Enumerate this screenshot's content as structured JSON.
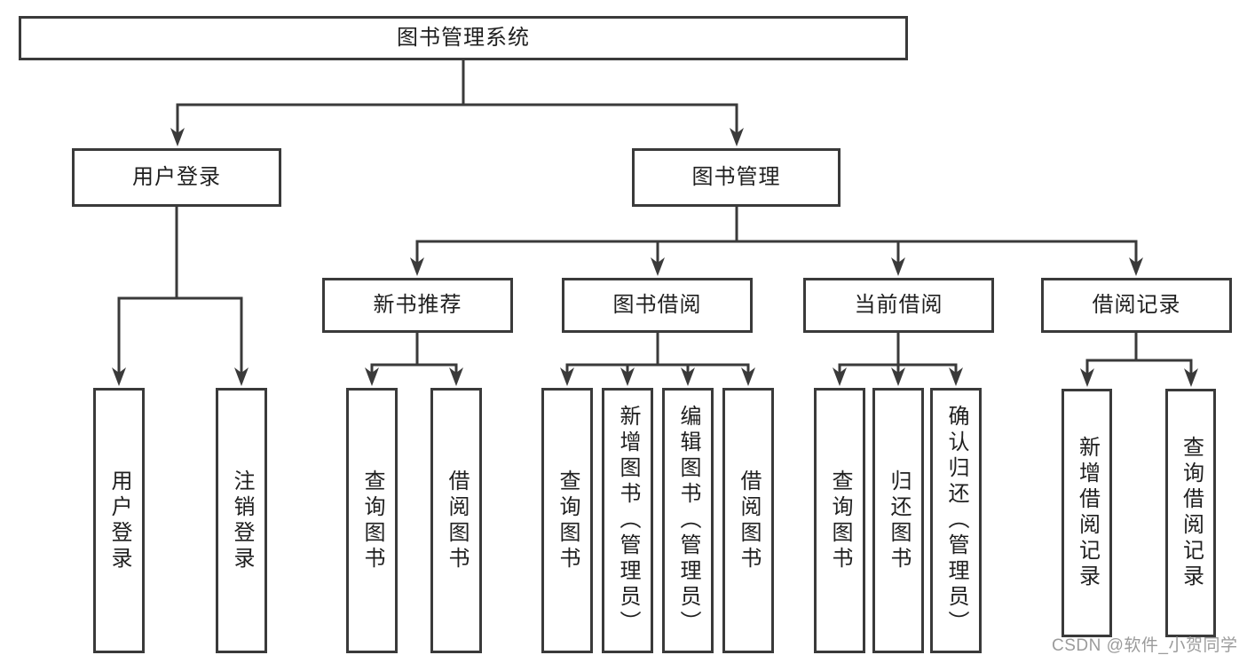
{
  "diagram": {
    "nodes": {
      "root": "图书管理系统",
      "user_login": "用户登录",
      "book_management": "图书管理",
      "new_book_recommend": "新书推荐",
      "book_borrow": "图书借阅",
      "current_borrow": "当前借阅",
      "borrow_records": "借阅记录",
      "leaf_user_login": "用户登录",
      "leaf_logout": "注销登录",
      "leaf_query_book_recommend": "查询图书",
      "leaf_borrow_book_recommend": "借阅图书",
      "leaf_query_book_borrow": "查询图书",
      "leaf_add_book_admin": "新增图书（管理员）",
      "leaf_edit_book_admin": "编辑图书（管理员）",
      "leaf_borrow_book_borrow": "借阅图书",
      "leaf_query_book_current": "查询图书",
      "leaf_return_book": "归还图书",
      "leaf_confirm_return_admin": "确认归还（管理员）",
      "leaf_add_borrow_record": "新增借阅记录",
      "leaf_query_borrow_record": "查询借阅记录"
    },
    "watermark": "CSDN @软件_小贺同学",
    "colors": {
      "line": "#3a3a3a",
      "text": "#1f1f1f",
      "watermark": "#9b9b9b",
      "background": "#ffffff"
    }
  }
}
